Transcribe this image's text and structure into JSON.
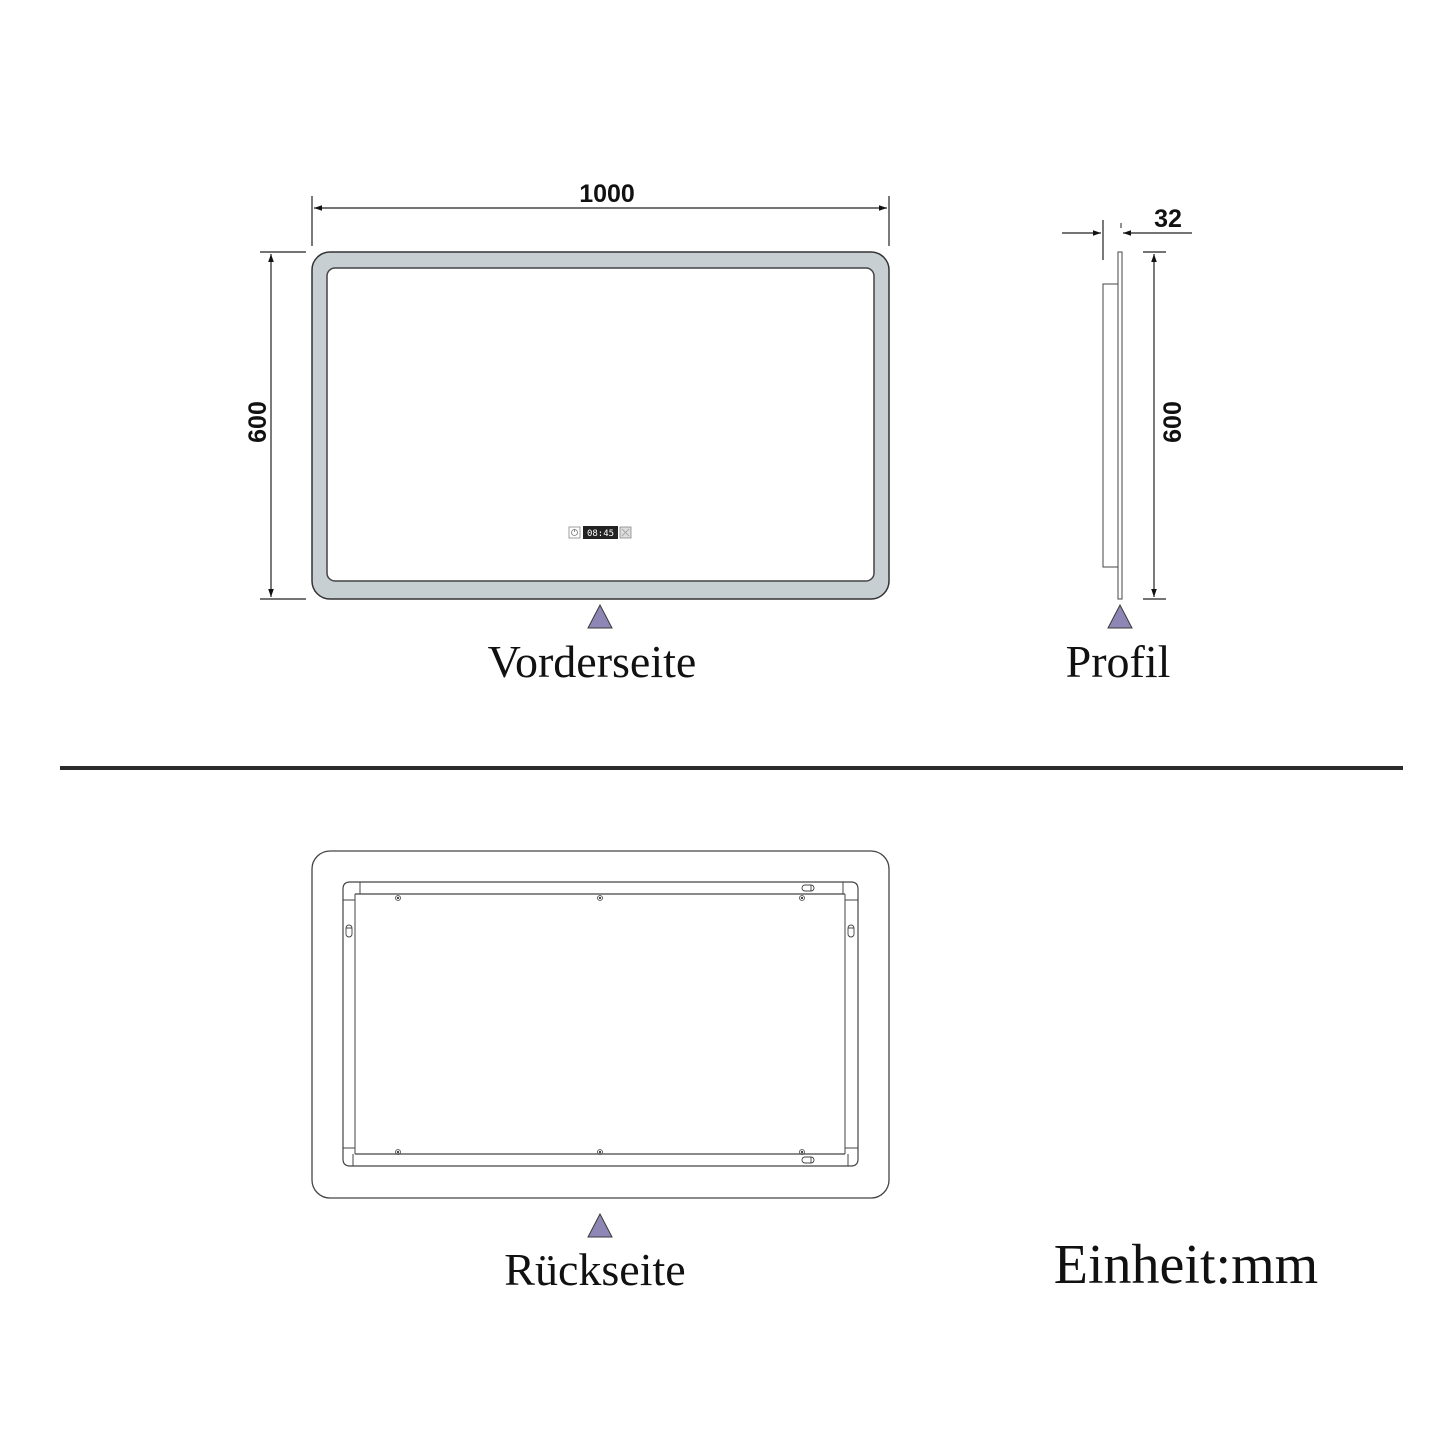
{
  "front_view": {
    "label": "Vorderseite",
    "width_dimension": "1000",
    "height_dimension": "600",
    "display": {
      "power_icon": "power-icon",
      "clock": "08:45",
      "defog_icon": "defog-icon"
    }
  },
  "profile_view": {
    "label": "Profil",
    "depth_dimension": "32",
    "height_dimension": "600"
  },
  "back_view": {
    "label": "Rückseite"
  },
  "unit": {
    "label": "Einheit:mm"
  },
  "colors": {
    "frame_fill": "#c8cfd3",
    "line": "#333333",
    "marker": "#8e86b5",
    "divider": "#2b2b2b"
  }
}
